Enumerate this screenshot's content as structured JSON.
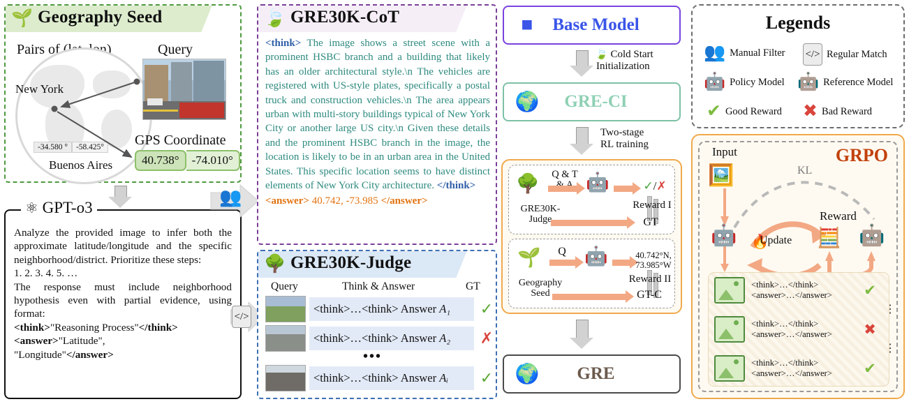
{
  "geography_seed": {
    "title": "Geography Seed",
    "icon": "seedling-icon",
    "pairs_label": "Pairs of (lat, lon)",
    "query_label": "Query",
    "gps_label": "GPS Coordinate",
    "globe_cities": [
      {
        "name": "New York",
        "lat": "40.738°",
        "lon": "-74.010°"
      },
      {
        "name": "Buenos Aires",
        "lat": "-34.580 °",
        "lon": "-58.425°"
      }
    ],
    "gps_lat": "40.738°",
    "gps_lon": "-74.010°",
    "ba_lat": "-34.580 °",
    "ba_lon": "-58.425°",
    "ny_label": "New York",
    "ba_label": "Buenos Aires"
  },
  "gpt": {
    "title": "GPT-o3",
    "icon": "openai-icon",
    "prompt_p1": "Analyze the provided image to infer both the approximate latitude/longitude and the specific neighborhood/district. Prioritize these steps:",
    "prompt_steps": "1. 2. 3. 4. 5.  …",
    "prompt_p2": "The response must include neighborhood hypothesis even with partial evidence, using format:",
    "fmt_think_open": "<think>",
    "fmt_think_val": "\"Reasoning Process\"",
    "fmt_think_close": "</think>",
    "fmt_answer_open": "<answer>",
    "fmt_answer_val1": "\"Latitude\",",
    "fmt_answer_val2": "\"Longitude\"",
    "fmt_answer_close": "</answer>"
  },
  "cot": {
    "title": "GRE30K-CoT",
    "icon": "leaf-icon",
    "think_open": "<think>",
    "think_text": " The image shows a street scene with a prominent HSBC branch and a building that likely has an older architectural style.\\n The vehicles are registered with US-style plates, specifically a postal truck and construction vehicles.\\n The area appears urban with multi-story buildings typical of New York City or another large US city.\\n Given these details and the prominent HSBC branch in the image, the location is likely to be in an urban area in the United States. This specific location seems to have distinct elements of New York City architecture. ",
    "think_close": "</think>",
    "answer_open": "<answer>",
    "answer_value": " 40.742, -73.985 ",
    "answer_close": "</answer>"
  },
  "judge": {
    "title": "GRE30K-Judge",
    "icon": "tree-icon",
    "col_query": "Query",
    "col_think_answer": "Think & Answer",
    "col_gt": "GT",
    "ellipsis": "•••",
    "rows": [
      {
        "text": "<think>…<think> Answer",
        "answer": "A₁",
        "mark": "good",
        "thumb": "people-field-photo"
      },
      {
        "text": "<think>…<think> Answer",
        "answer": "A₂",
        "mark": "bad",
        "thumb": "bridge-photo"
      },
      {
        "text": "<think>…<think> Answer",
        "answer": "Aᵢ",
        "mark": "good",
        "thumb": "building-photo"
      }
    ]
  },
  "pipeline": {
    "base_model": {
      "label": "Base Model",
      "icon": "cubes-icon",
      "color": "#3a55e8"
    },
    "arrow1_note_line1": "Cold Start",
    "arrow1_note_line2": "Initialization",
    "arrow1_icon": "leaf-icon",
    "gre_ci": {
      "label": "GRE-CI",
      "icon": "globe-icon",
      "color": "#8fd0b4"
    },
    "arrow2_note_line1": "Two-stage",
    "arrow2_note_line2": "RL training",
    "gre_final": {
      "label": "GRE",
      "icon": "globe-graduation-icon",
      "color": "#6b5a4d"
    },
    "rl_stage1": {
      "source": "GRE30K-\nJudge",
      "source_line1": "GRE30K-",
      "source_line2": "Judge",
      "arrow_label_line1": "Q & T",
      "arrow_label_line2": "& A",
      "model_icon": "policy-model-icon",
      "output_good": "✓",
      "output_sep": "/",
      "output_bad": "✗",
      "reward": "Reward I",
      "gt": "GT"
    },
    "rl_stage2": {
      "source_line1": "Geography",
      "source_line2": "Seed",
      "arrow_label": "Q",
      "model_icon": "policy-model-icon",
      "output_line1": "40.742°N,",
      "output_line2": "73.985°W",
      "reward": "Reward II",
      "gt": "GT-C"
    }
  },
  "legends": {
    "title": "Legends",
    "items": [
      {
        "label": "Manual Filter",
        "icon": "two-people-icon"
      },
      {
        "label": "Regular Match",
        "icon": "code-file-icon"
      },
      {
        "label": "Policy Model",
        "icon": "policy-model-icon"
      },
      {
        "label": "Reference Model",
        "icon": "reference-model-icon"
      },
      {
        "label": "Good Reward",
        "icon": "green-check-icon"
      },
      {
        "label": "Bad Reward",
        "icon": "red-cross-icon"
      }
    ]
  },
  "grpo": {
    "title": "GRPO",
    "input_label": "Input",
    "kl_label": "KL",
    "reward_label": "Reward",
    "update_label": "Update",
    "update_icon": "fire-icon",
    "policy_icon": "policy-model-icon",
    "reference_icon": "reference-model-icon",
    "reward_icon": "calculator-icon",
    "input_icon": "image-document-icon",
    "samples": [
      {
        "line1": "<think>…</think>",
        "line2": "<answer>…</answer>",
        "mark": "good"
      },
      {
        "line1": "<think>…</think>",
        "line2": "<answer>…</answer>",
        "mark": "bad"
      },
      {
        "line1": "<think>…</think>",
        "line2": "<answer>…</answer>",
        "mark": "good"
      }
    ],
    "vdots": "⋮"
  },
  "connectors": {
    "manual_filter_icon": "two-people-icon",
    "regular_match_icon": "code-file-icon"
  },
  "colors": {
    "seed_green": "#4e9a3f",
    "cot_purple": "#7a3f99",
    "judge_blue": "#3f6fb5",
    "grpo_orange": "#f0a94c",
    "accent_blue": "#3a55e8",
    "cot_text": "#2d8a7f",
    "answer_orange": "#e2720f"
  }
}
